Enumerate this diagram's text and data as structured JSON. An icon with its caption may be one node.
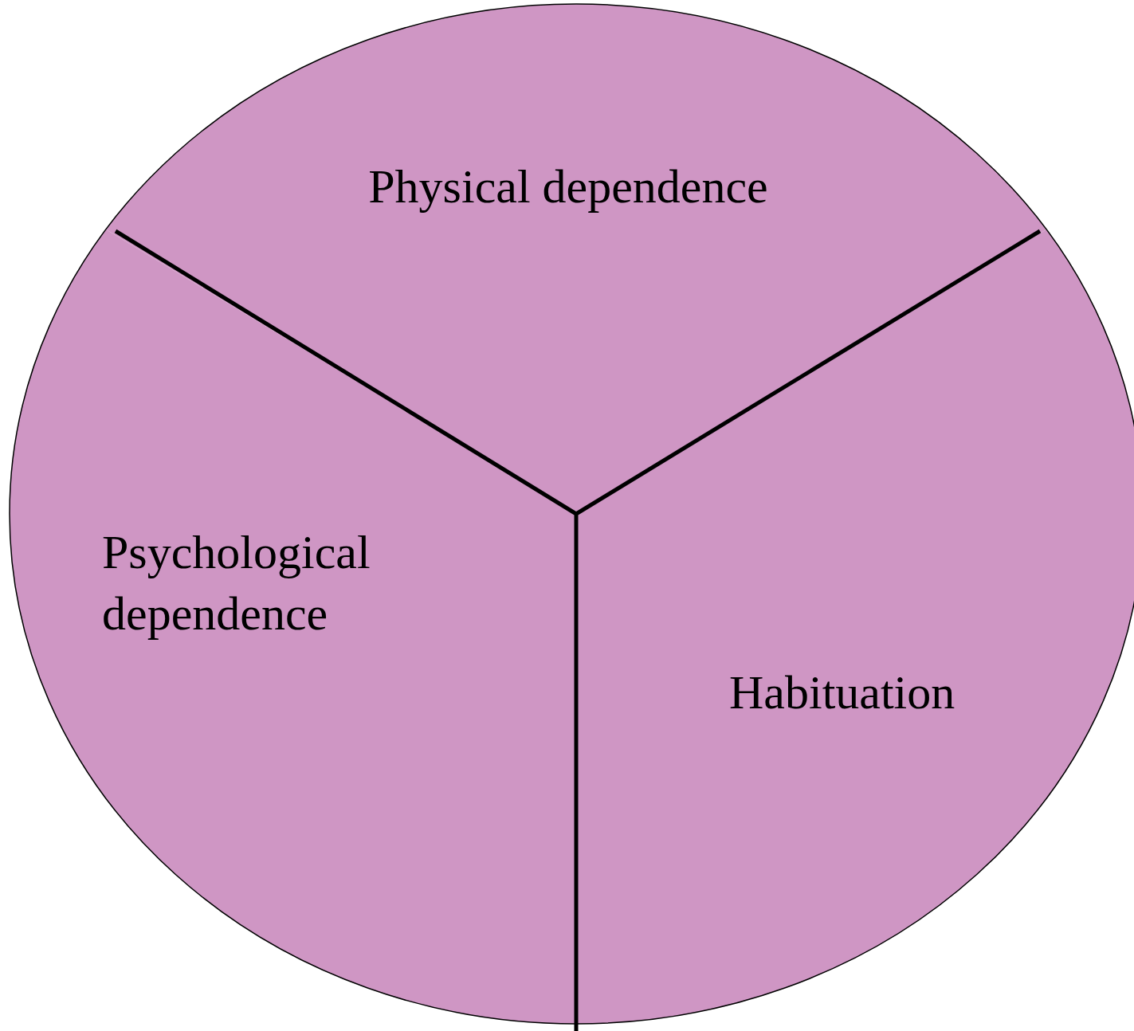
{
  "diagram": {
    "nodes": [
      {
        "text": [
          "Physical dependence"
        ]
      },
      {
        "text": [
          "Psychological dependence"
        ]
      },
      {
        "text": [
          "Habituation"
        ]
      }
    ]
  }
}
